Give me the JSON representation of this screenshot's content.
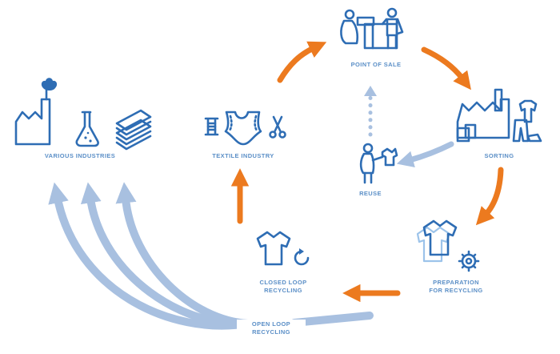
{
  "labels": {
    "point_of_sale": "POINT OF SALE",
    "sorting": "SORTING",
    "reuse": "REUSE",
    "textile_industry": "TEXTILE INDUSTRY",
    "various_industries": "VARIOUS INDUSTRIES",
    "closed_loop_line1": "CLOSED LOOP",
    "closed_loop_line2": "RECYCLING",
    "preparation_line1": "PREPARATION",
    "preparation_line2": "FOR RECYCLING",
    "open_loop_line1": "OPEN LOOP",
    "open_loop_line2": "RECYCLING"
  },
  "colors": {
    "main_cycle_arrow": "#ec7a1f",
    "open_loop_arrow": "#a8c0e0",
    "icon_ink": "#2e6db4",
    "label_text": "#5b8fc7",
    "reuse_dotted": "#a8c0e0"
  },
  "icons": [
    "point-of-sale-icon",
    "sorting-factory-icon",
    "reuse-person-icon",
    "preparation-shirt-gear-icon",
    "closed-loop-shirt-icon",
    "textile-industry-icon",
    "factory-icon",
    "flask-icon",
    "stack-icon"
  ]
}
